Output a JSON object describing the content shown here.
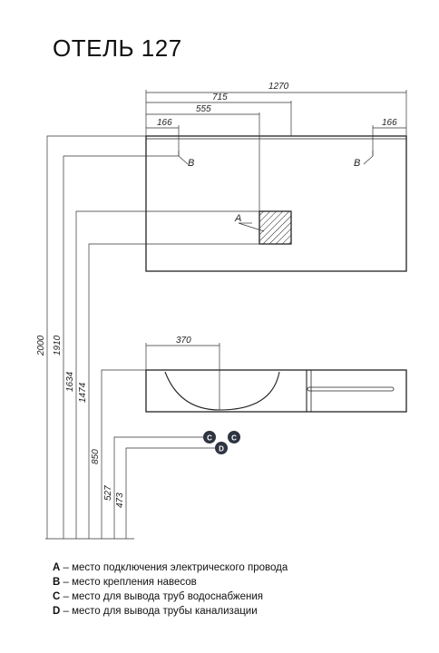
{
  "title": "ОТЕЛЬ 127",
  "top_view": {
    "dim_total": "1270",
    "dim_a": "715",
    "dim_b": "555",
    "dim_hook_left": "166",
    "dim_hook_right": "166",
    "label_a": "A",
    "label_b_left": "B",
    "label_b_right": "B"
  },
  "side_view": {
    "dim_basin": "370",
    "label_c_left": "C",
    "label_c_right": "C",
    "label_d": "D"
  },
  "vertical_dims": [
    "2000",
    "1910",
    "1634",
    "1474",
    "850",
    "527",
    "473"
  ],
  "legend": [
    {
      "key": "A",
      "text": " – место подключения электрического провода"
    },
    {
      "key": "B",
      "text": " – место крепления навесов"
    },
    {
      "key": "C",
      "text": " – место для вывода труб водоснабжения"
    },
    {
      "key": "D",
      "text": " – место для вывода трубы канализации"
    }
  ]
}
